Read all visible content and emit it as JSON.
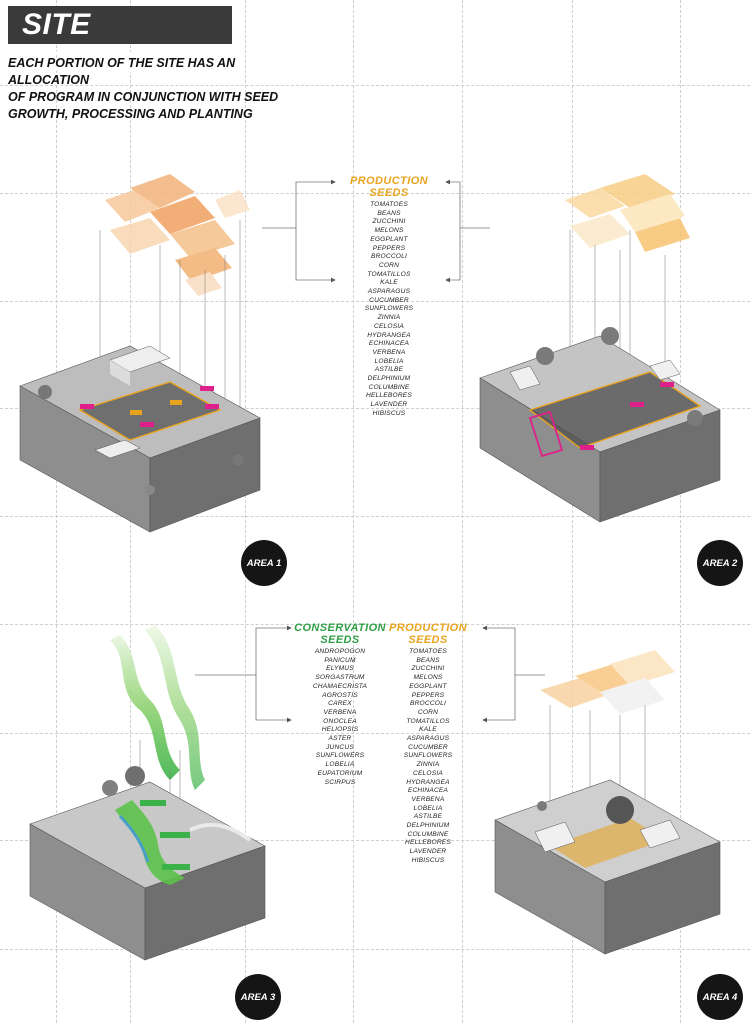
{
  "header": {
    "title": "SITE PROGRAM",
    "subtitle_lines": [
      "EACH PORTION OF THE SITE HAS AN ALLOCATION",
      "OF PROGRAM IN CONJUNCTION WITH SEED",
      "GROWTH, PROCESSING AND PLANTING"
    ]
  },
  "production_seeds": {
    "heading_line1": "PRODUCTION",
    "heading_line2": "SEEDS",
    "items": [
      "TOMATOES",
      "BEANS",
      "ZUCCHINI",
      "MELONS",
      "EGGPLANT",
      "PEPPERS",
      "BROCCOLI",
      "CORN",
      "TOMATILLOS",
      "KALE",
      "ASPARAGUS",
      "CUCUMBER",
      "SUNFLOWERS",
      "ZINNIA",
      "CELOSIA",
      "HYDRANGEA",
      "ECHINACEA",
      "VERBENA",
      "LOBELIA",
      "ASTILBE",
      "DELPHINIUM",
      "COLUMBINE",
      "HELLEBORES",
      "LAVENDER",
      "HIBISCUS"
    ]
  },
  "conservation_seeds": {
    "heading_line1": "CONSERVATION",
    "heading_line2": "SEEDS",
    "items": [
      "ANDROPOGON",
      "PANICUM",
      "ELYMUS",
      "SORGASTRUM",
      "CHAMAECRISTA",
      "AGROSTIS",
      "CAREX",
      "VERBENA",
      "ONOCLEA",
      "HELIOPSIS",
      "ASTER",
      "JUNCUS",
      "SUNFLOWERS",
      "LOBELIA",
      "EUPATORIUM",
      "SCIRPUS"
    ]
  },
  "areas": [
    {
      "label": "AREA 1"
    },
    {
      "label": "AREA 2"
    },
    {
      "label": "AREA 3"
    },
    {
      "label": "AREA 4"
    }
  ],
  "colors": {
    "production": "#e9a31f",
    "conservation": "#2f9e44",
    "badge": "#151515",
    "program_tag": "#e0208a"
  }
}
